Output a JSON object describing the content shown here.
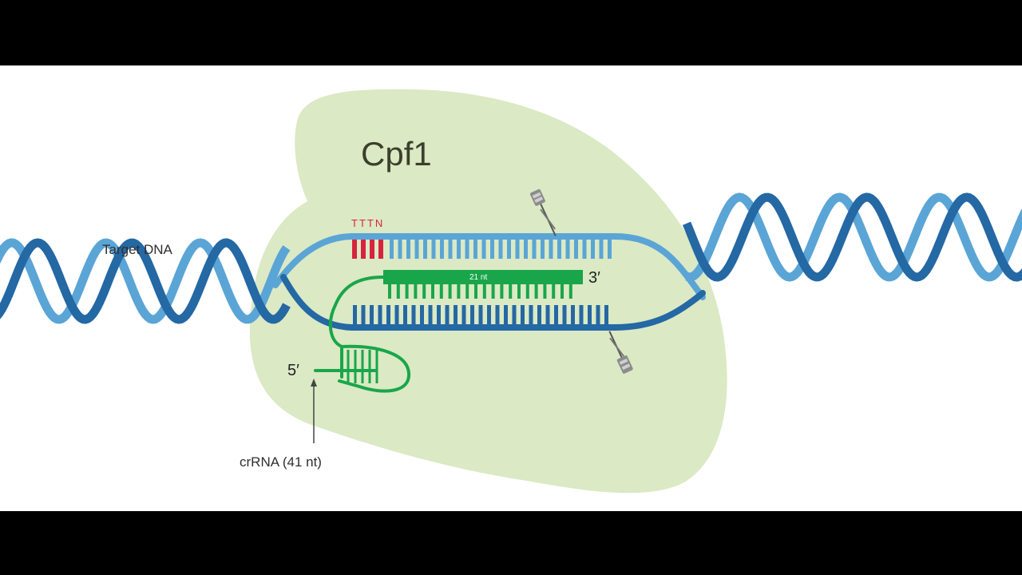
{
  "diagram": {
    "protein_label": "Cpf1",
    "target_label": "Target DNA",
    "pam_label": "TTTN",
    "spacer_label": "21 nt",
    "three_prime_label": "3′",
    "five_prime_label": "5′",
    "crrna_label": "crRNA (41 nt)"
  },
  "colors": {
    "background": "#ffffff",
    "letterbox": "#000000",
    "protein": "#dbe9c4",
    "dna_light": "#5aa5d6",
    "dna_dark": "#2468a4",
    "rna": "#19a64a",
    "pam": "#d6243f",
    "cut": "#8c8c8c"
  }
}
